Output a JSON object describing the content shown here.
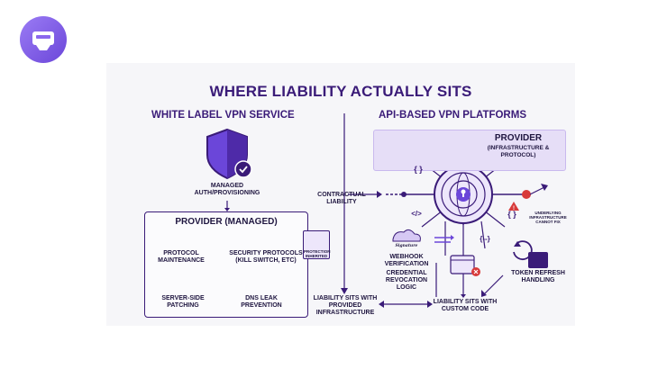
{
  "title": "WHERE LIABILITY ACTUALLY SITS",
  "left": {
    "heading": "WHITE LABEL VPN SERVICE",
    "managed_label": "MANAGED AUTH/PROVISIONING",
    "provider_title": "PROVIDER (MANAGED)",
    "items": [
      {
        "icon": "tools-code-icon",
        "label": "PROTOCOL MAINTENANCE"
      },
      {
        "icon": "shield-toggle-icon",
        "label": "SECURITY PROTOCOLS (KILL SWITCH, ETC)"
      },
      {
        "icon": "refresh-shield-icon",
        "label": "SERVER-SIDE PATCHING"
      },
      {
        "icon": "dns-shield-icon",
        "label": "DNS LEAK PREVENTION"
      }
    ],
    "protection_tag": "PROTECTION INHERITED"
  },
  "center": {
    "contractual": "CONTRACTUAL LIABILITY",
    "liability_provided": "LIABILITY SITS WITH PROVIDED INFRASTRUCTURE"
  },
  "right": {
    "heading": "API-BASED VPN PLATFORMS",
    "provider_title": "PROVIDER",
    "provider_sub": "(INFRASTRUCTURE & PROTOCOL)",
    "underlying": "UNDERLYING INFRASTRUCTURE CANNOT FIX",
    "webhook": "WEBHOOK VERIFICATION",
    "credential": "CREDENTIAL REVOCATION LOGIC",
    "token": "TOKEN REFRESH HANDLING",
    "liability_custom": "LIABILITY SITS WITH CUSTOM CODE",
    "signature": "Signature",
    "code_glyph": "{ }",
    "code_glyph2": "</>",
    "code_glyph3": "{--}"
  },
  "colors": {
    "primary": "#3a1b78",
    "accent": "#6b46d9",
    "light": "#e6def7",
    "warn": "#d83a3a"
  }
}
